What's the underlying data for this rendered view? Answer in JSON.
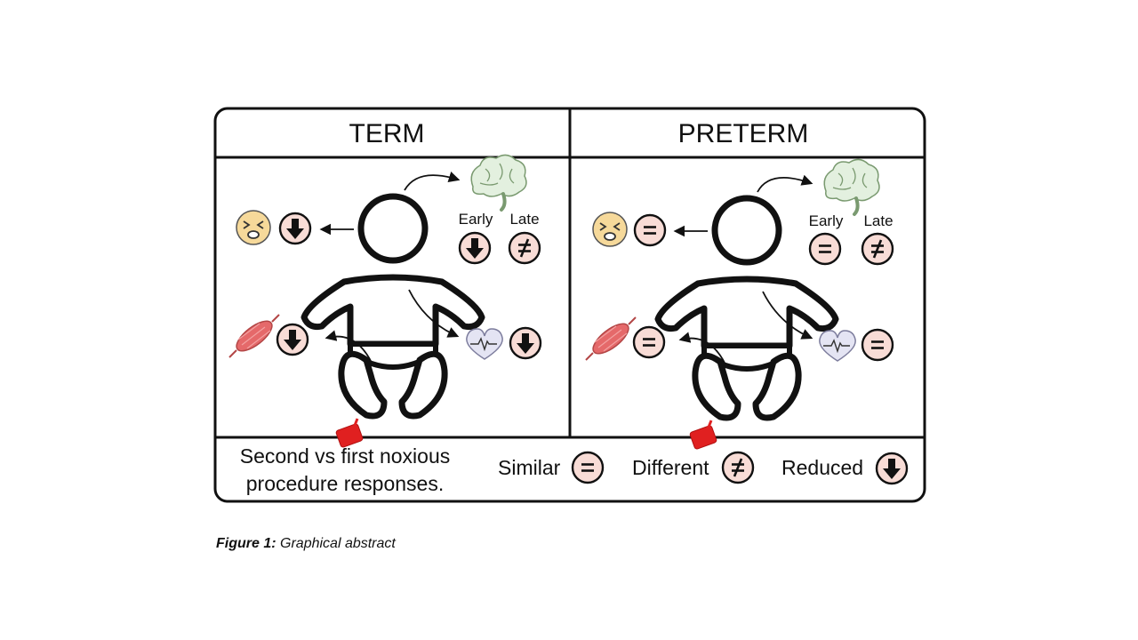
{
  "panels": {
    "term": {
      "title": "TERM",
      "early_label": "Early",
      "late_label": "Late",
      "face_symbol": "reduced",
      "early_symbol": "reduced",
      "late_symbol": "different",
      "muscle_symbol": "reduced",
      "heart_symbol": "reduced"
    },
    "preterm": {
      "title": "PRETERM",
      "early_label": "Early",
      "late_label": "Late",
      "face_symbol": "similar",
      "early_symbol": "similar",
      "late_symbol": "different",
      "muscle_symbol": "similar",
      "heart_symbol": "similar"
    }
  },
  "legend": {
    "description_line1": "Second vs first noxious",
    "description_line2": "procedure responses.",
    "similar_label": "Similar",
    "different_label": "Different",
    "reduced_label": "Reduced",
    "similar_glyph": "=",
    "different_glyph": "≠"
  },
  "caption": {
    "label": "Figure 1:",
    "text": "Graphical abstract"
  },
  "colors": {
    "symbol_fill": "#f8dcd6",
    "face_fill": "#f6d99a",
    "brain_fill": "#e3f0df",
    "heart_fill": "#e4e4f3",
    "muscle_fill": "#e5696a",
    "heel_device": "#e02020",
    "stroke": "#111111"
  },
  "icons": [
    "brain-icon",
    "face-icon",
    "heart-icon",
    "muscle-icon",
    "heel-lance-icon",
    "down-arrow-icon"
  ]
}
